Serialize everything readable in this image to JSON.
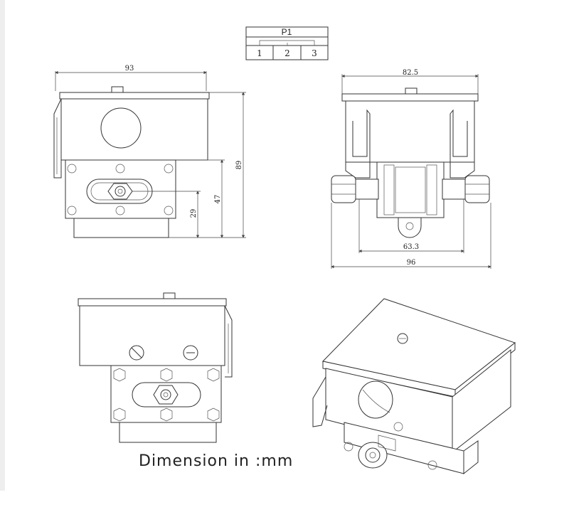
{
  "pin_table": {
    "title": "P1",
    "pins": [
      "1",
      "2",
      "3"
    ]
  },
  "front_view": {
    "width_label": "93",
    "height_label": "89",
    "mid_label": "47",
    "low_label": "29"
  },
  "side_view": {
    "top_label": "82.5",
    "inner_label": "63.3",
    "bottom_label": "96"
  },
  "caption": "Dimension in :mm"
}
